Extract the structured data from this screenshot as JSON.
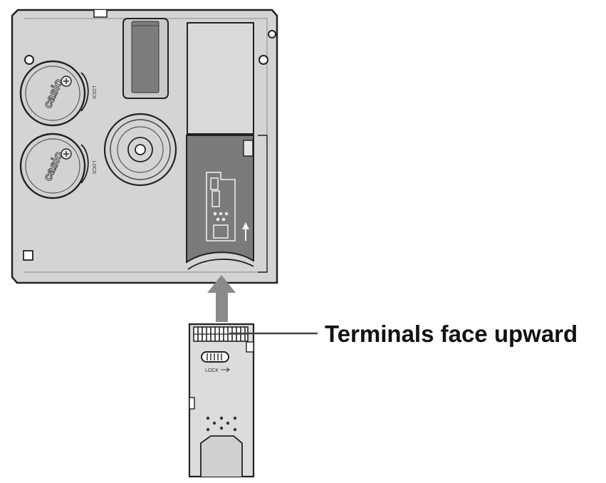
{
  "callout": {
    "label": "Terminals face upward"
  },
  "adapter": {
    "battery_brand": "casio",
    "lock_label": "LOCK"
  },
  "memory_stick": {
    "lock_label": "LOCK"
  },
  "colors": {
    "adapter_body": "#d4d4d4",
    "adapter_outline": "#222222",
    "insert_arrow": "#8a8a8a",
    "card_slot_shade": "#7b7b7b",
    "memory_stick_body": "#dcdcdc"
  }
}
